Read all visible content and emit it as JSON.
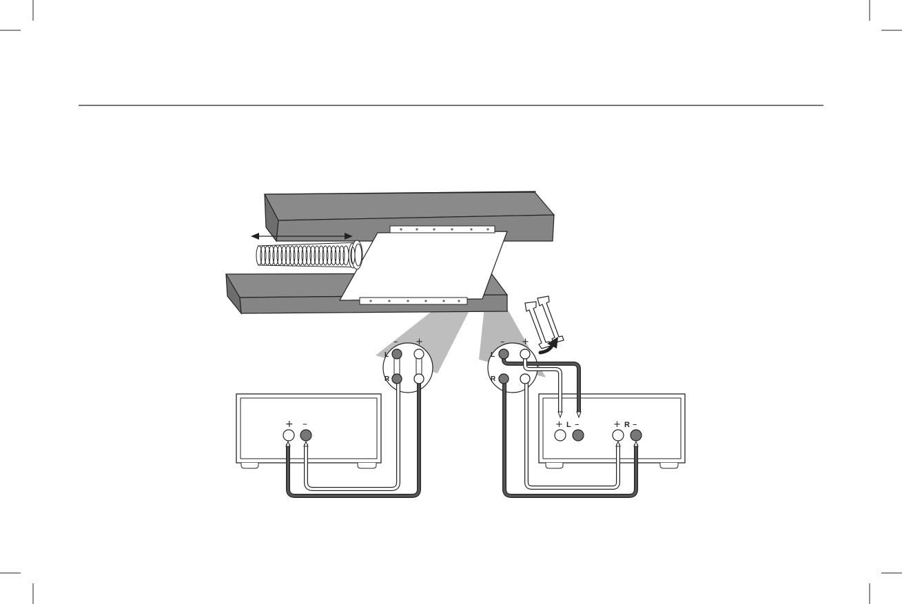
{
  "terminals": {
    "left_label": "L",
    "right_label": "R",
    "minus_sign": "–",
    "plus_sign": "+"
  },
  "amplifiers": {
    "mono_plus": "+",
    "mono_minus": "–",
    "stereo_plus_left": "+",
    "stereo_left_label": "L",
    "stereo_minus_left": "–",
    "stereo_plus_right": "+",
    "stereo_right_label": "R",
    "stereo_minus_right": "–"
  },
  "colors": {
    "bar_fill": "#8a8a8a",
    "bar_top": "#9a9a9a",
    "panel_fill": "#ffffff",
    "cone_fill": "#a8a8a8",
    "terminal_dark": "#777777",
    "wire_dark": "#444444",
    "line": "#222222"
  }
}
